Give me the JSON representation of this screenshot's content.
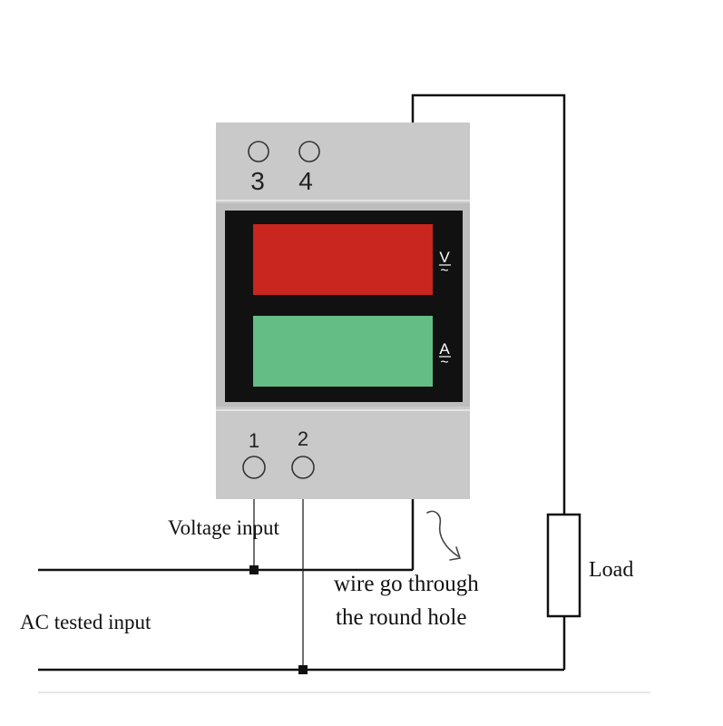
{
  "meter": {
    "terminals_top": [
      "3",
      "4"
    ],
    "terminals_bottom": [
      "1",
      "2"
    ],
    "voltage_unit": "V",
    "current_unit": "A",
    "ac_symbol": "~",
    "voltage_display_color": "#c8261f",
    "current_display_color": "#63bd84",
    "bezel_color": "#111111",
    "housing_color": "#cacaca"
  },
  "labels": {
    "voltage_input": "Voltage input",
    "wire_note_line1": "wire go through",
    "wire_note_line2": "the round hole",
    "ac_input": "AC tested input",
    "load": "Load"
  }
}
